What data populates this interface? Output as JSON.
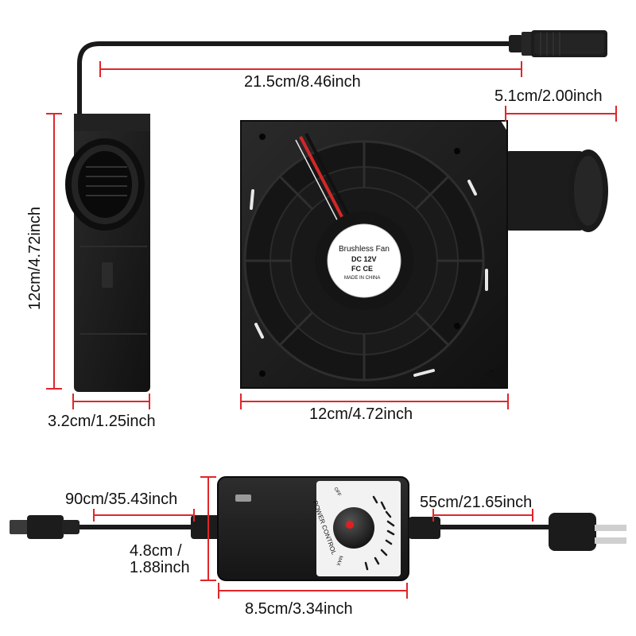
{
  "product": {
    "fan_sticker": {
      "line1": "Brushless Fan",
      "line2": "DC 12V",
      "line3": "FC CE",
      "line4": "MADE IN CHINA"
    },
    "controller_labels": {
      "title": "POWER CONTROL",
      "off": "OFF",
      "max": "MAX"
    }
  },
  "dimensions": {
    "cable_length": "21.5cm/8.46inch",
    "outlet_length": "5.1cm/2.00inch",
    "fan_height": "12cm/4.72inch",
    "fan_width": "12cm/4.72inch",
    "fan_thickness": "3.2cm/1.25inch",
    "dc_cable_length": "90cm/35.43inch",
    "plug_cable_length": "55cm/21.65inch",
    "controller_height_line1": "4.8cm /",
    "controller_height_line2": "1.88inch",
    "controller_width": "8.5cm/3.34inch"
  },
  "colors": {
    "dimension_line": "#e0262b",
    "product_body": "#1b1b1b",
    "background": "#ffffff"
  }
}
